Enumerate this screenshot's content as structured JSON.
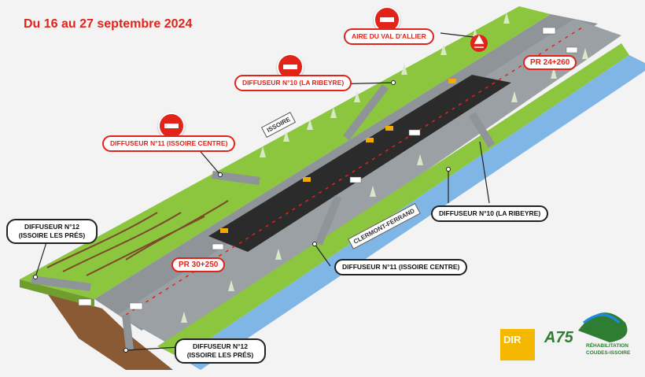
{
  "title": "Du 16 au 27 septembre 2024",
  "labels": {
    "aire_val_allier": "AIRE DU VAL D'ALLIER",
    "diffuseur10_top": "DIFFUSEUR N°10 (LA RIBEYRE)",
    "diffuseur11_top": "DIFFUSEUR N°11 (ISSOIRE CENTRE)",
    "diffuseur12_top": "DIFFUSEUR N°12 (ISSOIRE LES PRÉS)",
    "diffuseur10_bottom": "DIFFUSEUR N°10 (LA RIBEYRE)",
    "diffuseur11_bottom": "DIFFUSEUR N°11 (ISSOIRE CENTRE)",
    "diffuseur12_bottom": "DIFFUSEUR N°12 (ISSOIRE LES PRÉS)",
    "pr_north": "PR 24+260",
    "pr_south": "PR 30+250"
  },
  "road_signs": {
    "issoire": "ISSOIRE",
    "clermont": "CLERMONT-FERRAND"
  },
  "logos": {
    "dir": "DIR",
    "a75": "A75",
    "a75_line1": "RÉHABILITATION",
    "a75_line2": "COUDES-ISSOIRE"
  },
  "colors": {
    "accent": "#e2231a",
    "grass": "#8cc63f",
    "road": "#8f9499",
    "closed_road": "#2b2b2b",
    "river": "#7fb6e6"
  },
  "icons": [
    "no-entry-icon",
    "rest-area-icon"
  ]
}
